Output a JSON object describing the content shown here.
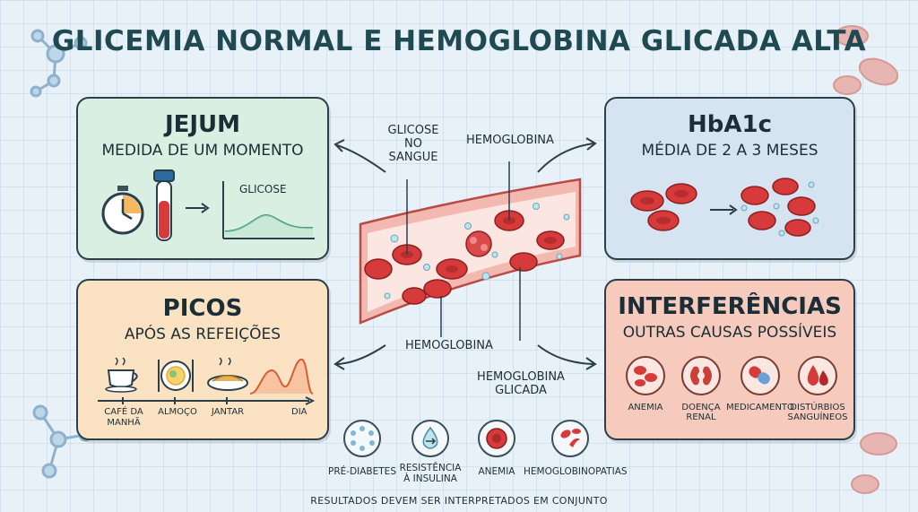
{
  "title": "GLICEMIA NORMAL E HEMOGLOBINA GLICADA ALTA",
  "jejum": {
    "title": "JEJUM",
    "subtitle": "MEDIDA DE UM MOMENTO",
    "graph_label": "GLICOSE"
  },
  "hba1c": {
    "title": "HbA1c",
    "subtitle": "MÉDIA DE 2 A 3 MESES"
  },
  "picos": {
    "title": "PICOS",
    "subtitle": "APÓS AS REFEIÇÕES",
    "timeline": [
      "CAFÉ DA\nMANHÃ",
      "ALMOÇO",
      "JANTAR",
      "DIA"
    ]
  },
  "interferencias": {
    "title": "INTERFERÊNCIAS",
    "subtitle": "OUTRAS CAUSAS POSSÍVEIS",
    "items": [
      "ANEMIA",
      "DOENÇA\nRENAL",
      "MEDICAMENTO",
      "DISTÚRBIOS\nSANGUÍNEOS"
    ]
  },
  "vessel_labels": {
    "glicose": "GLICOSE\nNO SANGUE",
    "hemoglobina_top": "HEMOGLOBINA",
    "hemoglobina_bottom": "HEMOGLOBINA",
    "hemoglobina_glicada": "HEMOGLOBINA\nGLICADA"
  },
  "legend": [
    "PRÉ-DIABETES",
    "RESISTÊNCIA\nÀ INSULINA",
    "ANEMIA",
    "HEMOGLOBINOPATIAS"
  ],
  "footer": "RESULTADOS DEVEM SER INTERPRETADOS EM CONJUNTO",
  "colors": {
    "title": "#1f4a52",
    "jejum_bg": "#d8efe2",
    "hba1c_bg": "#d6e4f2",
    "picos_bg": "#fbe2c2",
    "interf_bg": "#f6cabc",
    "blood_cell": "#d63a3a",
    "glucose_dot": "#9fd6e6"
  },
  "icons": [
    "molecule-icon",
    "clock-icon",
    "blood-tube-icon",
    "arrow-right-icon",
    "coffee-icon",
    "plate-icon",
    "noodles-icon",
    "kidney-icon",
    "pill-icon",
    "blood-drop-icon"
  ]
}
